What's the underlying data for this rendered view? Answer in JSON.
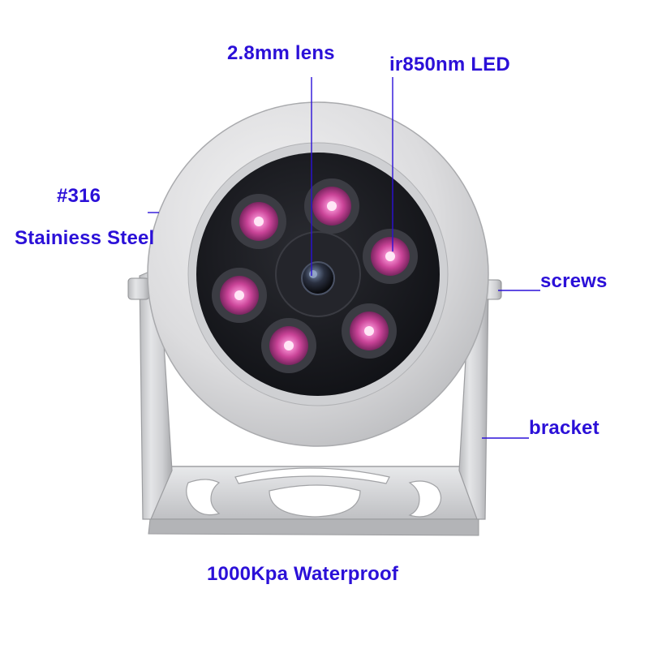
{
  "labels": {
    "lens": "2.8mm lens",
    "led": "ir850nm LED",
    "steel_grade": "#316",
    "steel_type": "Stainiess Steel",
    "screws": "screws",
    "bracket": "bracket",
    "waterproof": "1000Kpa Waterproof"
  },
  "colors": {
    "label_text": "#2b10d8",
    "callout_line": "#2b10d8",
    "housing_silver": "#d9d9db",
    "face_black": "#16171c",
    "led_pink": "#d45aa8",
    "background": "#ffffff"
  },
  "icons": {
    "product": "underwater-camera-icon"
  }
}
